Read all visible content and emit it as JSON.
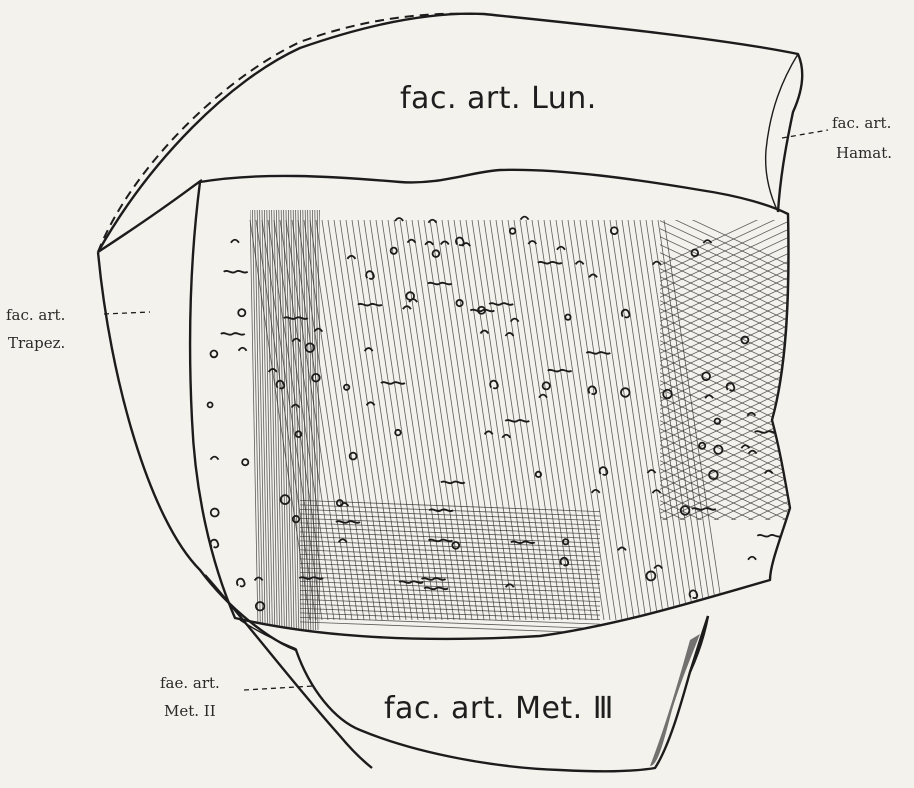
{
  "labels": {
    "lunate_facet": "fac. art. Lun.",
    "hamate_facet_line1": "fac. art.",
    "hamate_facet_line2": "Hamat.",
    "trapezoid_facet_line1": "fac. art.",
    "trapezoid_facet_line2": "Trapez.",
    "metacarpal2_facet_line1": "fae. art.",
    "metacarpal2_facet_line2": "Met. II",
    "metacarpal3_facet": "fac. art. Met. Ⅲ"
  }
}
